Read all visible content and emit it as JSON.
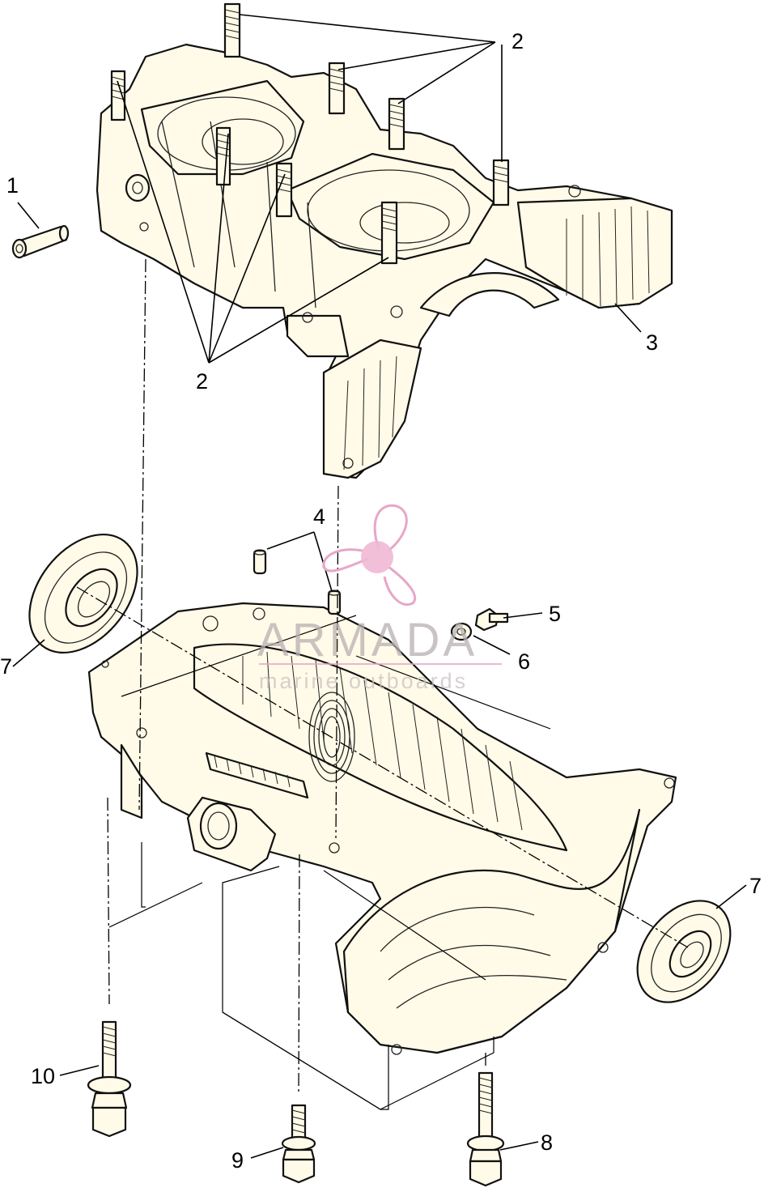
{
  "callouts": {
    "c1": "1",
    "c2_top": "2",
    "c2_bottom": "2",
    "c3": "3",
    "c4": "4",
    "c5": "5",
    "c6": "6",
    "c7_left": "7",
    "c7_right": "7",
    "c8": "8",
    "c9": "9",
    "c10": "10"
  },
  "watermark": {
    "brand": "ARMADA",
    "tagline": "marine outboards",
    "logo_color": "#e8a6c8",
    "logo_hub_color": "#f0b8d4"
  },
  "icons": {
    "logo": "propeller-icon"
  }
}
